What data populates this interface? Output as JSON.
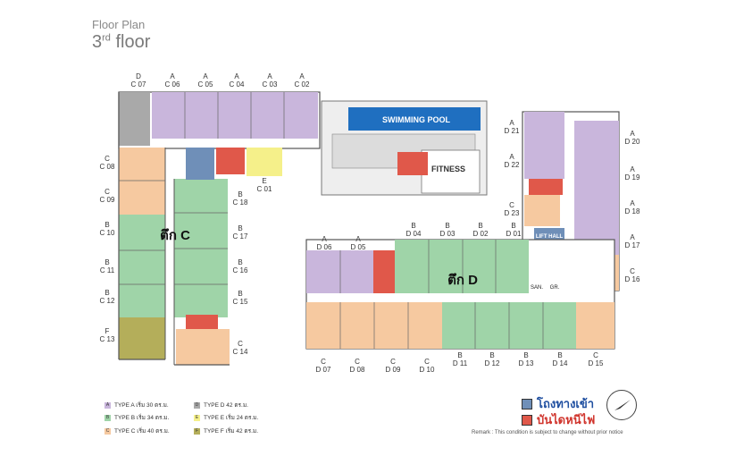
{
  "title": {
    "line1": "Floor Plan",
    "floor_num": "3",
    "floor_sup": "rd",
    "floor_word": "floor"
  },
  "colors": {
    "typeA": "#c9b6dc",
    "typeB": "#9fd4a8",
    "typeC": "#f6c9a0",
    "typeD": "#a9a9a9",
    "typeE": "#f5f08a",
    "typeF": "#b4ae5a",
    "lift": "#6f8fb8",
    "fire": "#e0584a",
    "pool": "#1f6fc0",
    "wall": "#555555"
  },
  "amenities": {
    "pool": "SWIMMING POOL",
    "fitness": "FITNESS",
    "lift_hall": "LIFT HALL",
    "san": "SAN.",
    "gr": "GR."
  },
  "buildings": {
    "c": "ตึก C",
    "d": "ตึก D"
  },
  "units": [
    {
      "t": "D",
      "n": "C 07"
    },
    {
      "t": "A",
      "n": "C 06"
    },
    {
      "t": "A",
      "n": "C 05"
    },
    {
      "t": "A",
      "n": "C 04"
    },
    {
      "t": "A",
      "n": "C 03"
    },
    {
      "t": "A",
      "n": "C 02"
    },
    {
      "t": "C",
      "n": "C 08"
    },
    {
      "t": "C",
      "n": "C 09"
    },
    {
      "t": "B",
      "n": "C 10"
    },
    {
      "t": "B",
      "n": "C 11"
    },
    {
      "t": "B",
      "n": "C 12"
    },
    {
      "t": "F",
      "n": "C 13"
    },
    {
      "t": "E",
      "n": "C 01"
    },
    {
      "t": "B",
      "n": "C 18"
    },
    {
      "t": "B",
      "n": "C 17"
    },
    {
      "t": "B",
      "n": "C 16"
    },
    {
      "t": "B",
      "n": "C 15"
    },
    {
      "t": "C",
      "n": "C 14"
    },
    {
      "t": "A",
      "n": "D 21"
    },
    {
      "t": "A",
      "n": "D 22"
    },
    {
      "t": "C",
      "n": "D 23"
    },
    {
      "t": "A",
      "n": "D 20"
    },
    {
      "t": "A",
      "n": "D 19"
    },
    {
      "t": "A",
      "n": "D 18"
    },
    {
      "t": "A",
      "n": "D 17"
    },
    {
      "t": "C",
      "n": "D 16"
    },
    {
      "t": "A",
      "n": "D 06"
    },
    {
      "t": "A",
      "n": "D 05"
    },
    {
      "t": "B",
      "n": "D 04"
    },
    {
      "t": "B",
      "n": "D 03"
    },
    {
      "t": "B",
      "n": "D 02"
    },
    {
      "t": "B",
      "n": "D 01"
    },
    {
      "t": "C",
      "n": "D 07"
    },
    {
      "t": "C",
      "n": "D 08"
    },
    {
      "t": "C",
      "n": "D 09"
    },
    {
      "t": "C",
      "n": "D 10"
    },
    {
      "t": "B",
      "n": "D 11"
    },
    {
      "t": "B",
      "n": "D 12"
    },
    {
      "t": "B",
      "n": "D 13"
    },
    {
      "t": "B",
      "n": "D 14"
    },
    {
      "t": "C",
      "n": "D 15"
    }
  ],
  "legend": [
    {
      "letter": "A",
      "text": "TYPE A เริ่ม 30 ตร.ม.",
      "color": "#c9b6dc"
    },
    {
      "letter": "B",
      "text": "TYPE B เริ่ม 34 ตร.ม.",
      "color": "#9fd4a8"
    },
    {
      "letter": "C",
      "text": "TYPE C เริ่ม 40 ตร.ม.",
      "color": "#f6c9a0"
    },
    {
      "letter": "D",
      "text": "TYPE D 42 ตร.ม.",
      "color": "#a9a9a9"
    },
    {
      "letter": "E",
      "text": "TYPE E เริ่ม 24 ตร.ม.",
      "color": "#f5f08a"
    },
    {
      "letter": "F",
      "text": "TYPE F เริ่ม 42 ตร.ม.",
      "color": "#b4ae5a"
    }
  ],
  "keys": {
    "lift": "โถงทางเข้า",
    "fire": "บันไดหนีไฟ",
    "lift_color": "#6f8fb8",
    "fire_color": "#e0584a"
  },
  "remark": "Remark : This condition is subject to change without prior notice"
}
